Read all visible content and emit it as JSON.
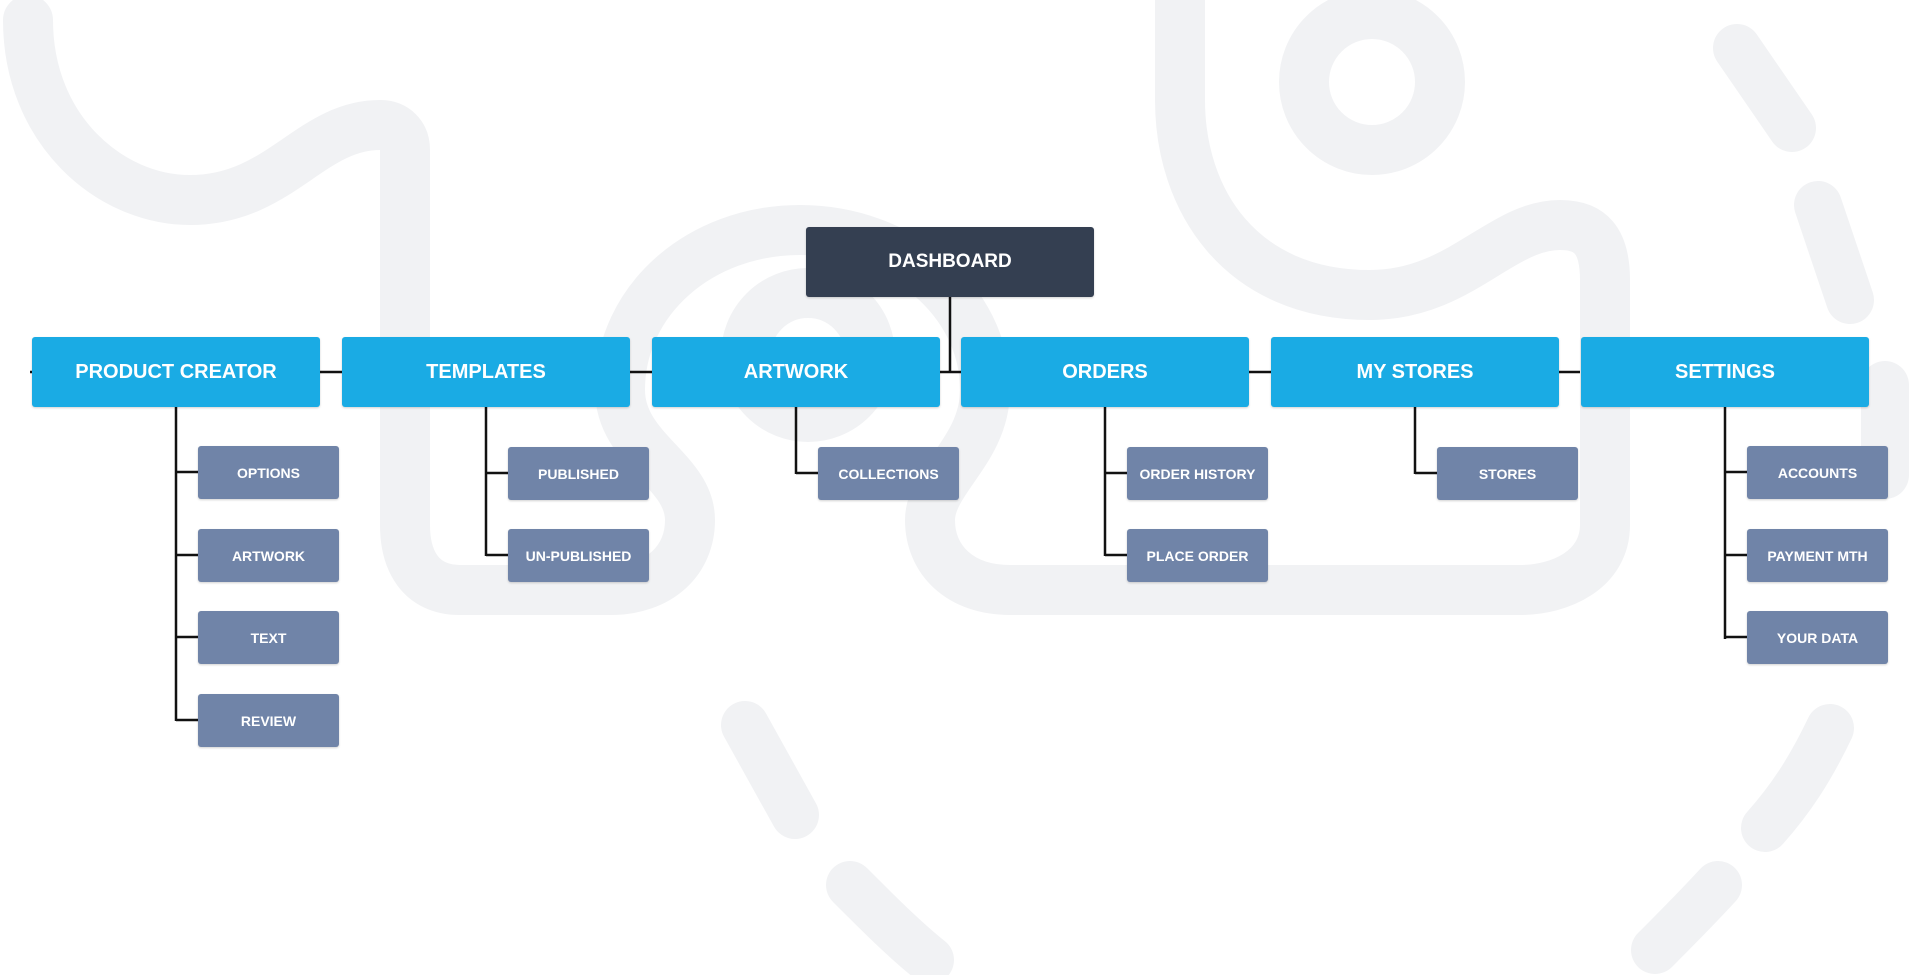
{
  "diagram": {
    "root": {
      "label": "DASHBOARD"
    },
    "sections": [
      {
        "label": "PRODUCT CREATOR",
        "children": [
          "OPTIONS",
          "ARTWORK",
          "TEXT",
          "REVIEW"
        ]
      },
      {
        "label": "TEMPLATES",
        "children": [
          "PUBLISHED",
          "UN-PUBLISHED"
        ]
      },
      {
        "label": "ARTWORK",
        "children": [
          "COLLECTIONS"
        ]
      },
      {
        "label": "ORDERS",
        "children": [
          "ORDER HISTORY",
          "PLACE ORDER"
        ]
      },
      {
        "label": "MY STORES",
        "children": [
          "STORES"
        ]
      },
      {
        "label": "SETTINGS",
        "children": [
          "ACCOUNTS",
          "PAYMENT MTH",
          "YOUR DATA"
        ]
      }
    ]
  },
  "colors": {
    "root_fill": "#343f51",
    "section_fill": "#1aabe4",
    "child_fill": "#7084a8",
    "connector": "#111111",
    "background_shapes": "#f1f2f4"
  }
}
